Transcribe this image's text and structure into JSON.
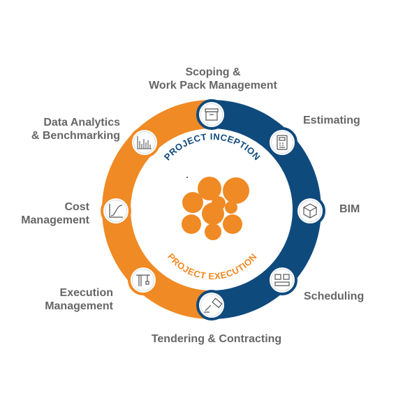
{
  "colors": {
    "orange": "#F08A24",
    "navy": "#0F4A7D",
    "label": "#666666",
    "icon_ring": "#DADDE2"
  },
  "center": {
    "top_arc": "PROJECT INCEPTION",
    "bottom_arc": "PROJECT EXECUTION"
  },
  "stages": [
    {
      "id": "scoping",
      "label": "Scoping &\nWork Pack Management",
      "icon": "archive-box-icon",
      "ring": "navy"
    },
    {
      "id": "estimating",
      "label": "Estimating",
      "icon": "calculator-icon",
      "ring": "navy"
    },
    {
      "id": "bim",
      "label": "BIM",
      "icon": "cube-icon",
      "ring": "navy"
    },
    {
      "id": "scheduling",
      "label": "Scheduling",
      "icon": "schedule-blocks-icon",
      "ring": "navy"
    },
    {
      "id": "tendering",
      "label": "Tendering & Contracting",
      "icon": "gavel-icon",
      "ring": "navy"
    },
    {
      "id": "execution",
      "label": "Execution\nManagement",
      "icon": "crane-icon",
      "ring": "orange"
    },
    {
      "id": "cost",
      "label": "Cost\nManagement",
      "icon": "s-curve-chart-icon",
      "ring": "orange"
    },
    {
      "id": "analytics",
      "label": "Data Analytics\n& Benchmarking",
      "icon": "bar-chart-icon",
      "ring": "orange"
    }
  ]
}
